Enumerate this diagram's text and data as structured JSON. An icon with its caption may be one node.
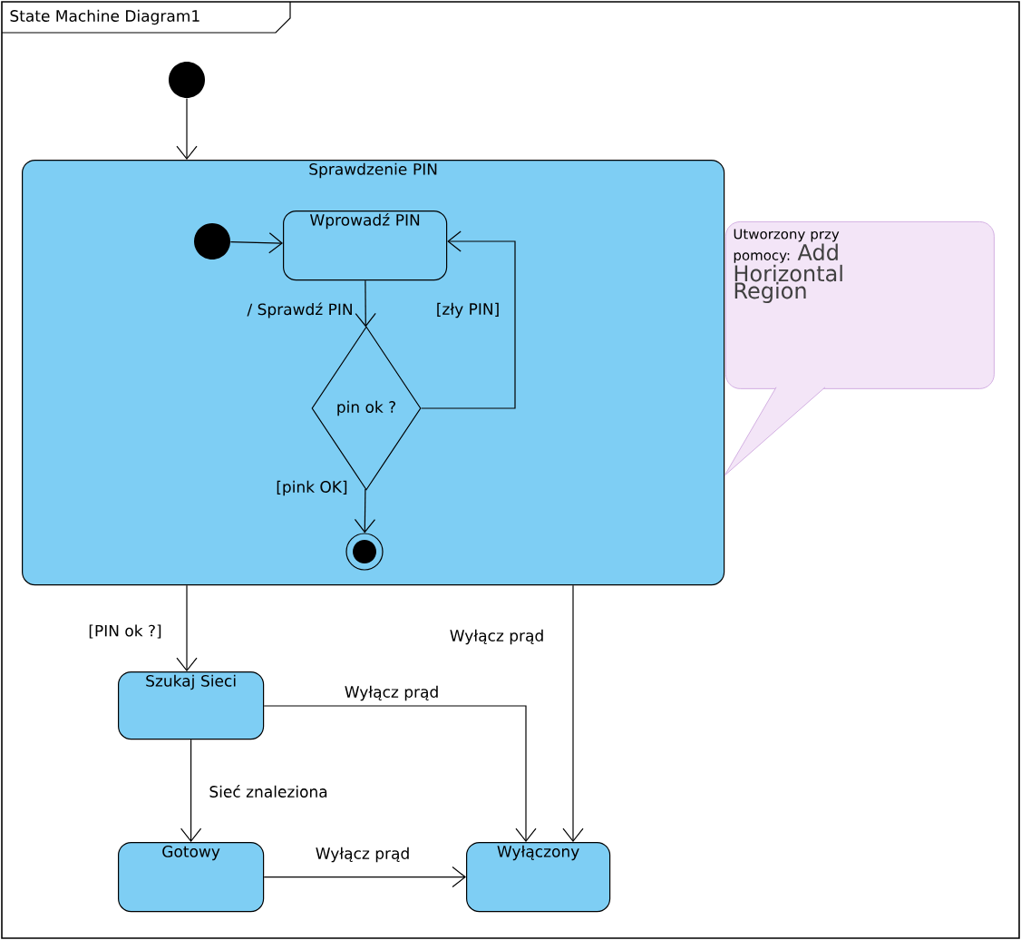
{
  "diagram": {
    "title": "State Machine Diagram1",
    "nodes": [
      {
        "text": [],
        "shape": "circle"
      },
      {
        "text": [
          "Sprawdzenie PIN"
        ]
      },
      {
        "text": [],
        "shape": "circle",
        "in": 1
      },
      {
        "text": [
          "Wprowadź PIN"
        ],
        "in": 1
      },
      {
        "text": [
          "pin ok ?"
        ],
        "in": 1
      },
      {
        "text": [],
        "shape": "circle",
        "in": 1
      },
      {
        "text": [
          "Szukaj Sieci"
        ]
      },
      {
        "text": [
          "Gotowy"
        ]
      },
      {
        "text": [
          "Wyłączony"
        ]
      },
      {
        "text": [
          "Utworzony przy pomocy:",
          "Add Horizontal Region"
        ]
      }
    ],
    "edges": [
      {
        "from": 0,
        "to": 1,
        "arrow": "to"
      },
      {
        "from": 2,
        "to": 3,
        "arrow": "to"
      },
      {
        "from": 3,
        "to": 4,
        "arrow": "to",
        "label": "/ Sprawdź PIN"
      },
      {
        "from": 4,
        "to": 3,
        "arrow": "to",
        "label": "[zły PIN]"
      },
      {
        "from": 4,
        "to": 5,
        "arrow": "to",
        "label": "[pink OK]"
      },
      {
        "from": 1,
        "to": 6,
        "arrow": "to",
        "label": "[PIN ok ?]"
      },
      {
        "from": 1,
        "to": 8,
        "arrow": "to",
        "label": "Wyłącz prąd"
      },
      {
        "from": 6,
        "to": 8,
        "arrow": "to",
        "label": "Wyłącz prąd"
      },
      {
        "from": 6,
        "to": 7,
        "arrow": "to",
        "label": "Sieć znaleziona"
      },
      {
        "from": 7,
        "to": 8,
        "arrow": "to",
        "label": "Wyłącz prąd"
      },
      {
        "from": 9,
        "to": 1,
        "arrow": "none",
        "color": "#c9a0dc"
      }
    ]
  }
}
